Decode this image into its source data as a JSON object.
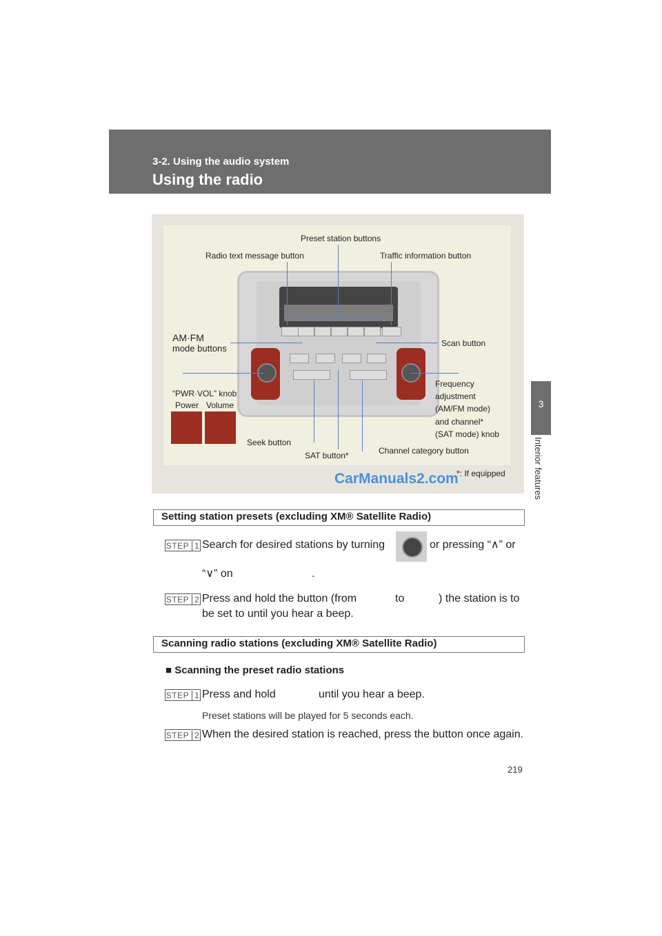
{
  "header": {
    "section": "3-2. Using the audio system",
    "title": "Using the radio"
  },
  "side_tab": {
    "chapter_number": "3",
    "chapter_title": "Interior features"
  },
  "page_number": "219",
  "figure": {
    "callouts": {
      "preset_station_buttons": "Preset station buttons",
      "radio_text_message_button": "Radio text message button",
      "traffic_information_button": "Traffic information button",
      "am_fm_line1": "AM·FM",
      "am_fm_line2": "mode buttons",
      "scan_button": "Scan button",
      "pwr_vol_knob": "“PWR·VOL” knob",
      "power": "Power",
      "volume": "Volume",
      "freq_line1": "Frequency",
      "freq_line2": "adjustment",
      "freq_line3": "(AM/FM mode)",
      "freq_line4": "and channel*",
      "freq_line5": "(SAT mode) knob",
      "seek_button": "Seek button",
      "sat_button": "SAT button*",
      "channel_category_button": "Channel category button"
    },
    "footnote": "*: If equipped",
    "watermark": "CarManuals2.com"
  },
  "sections": [
    {
      "title": "Setting station presets (excluding XM® Satellite Radio)",
      "steps": [
        {
          "label": "STEP",
          "num": "1",
          "text_a": "Search for desired stations by turning",
          "text_b": "or pressing “∧” or",
          "text_c": "“∨” on",
          "text_d": "."
        },
        {
          "label": "STEP",
          "num": "2",
          "text_a": "Press and hold the button (from",
          "text_b": "to",
          "text_c": ") the station is to",
          "text_d": "be set to until you hear a beep."
        }
      ]
    },
    {
      "title": "Scanning radio stations (excluding XM® Satellite Radio)",
      "subhead": "■ Scanning the preset radio stations",
      "steps": [
        {
          "label": "STEP",
          "num": "1",
          "text_a": "Press and hold",
          "text_b": "until you hear a beep.",
          "note": "Preset stations will be played for 5 seconds each."
        },
        {
          "label": "STEP",
          "num": "2",
          "text_a": "When the desired station is reached, press the button once again."
        }
      ]
    }
  ]
}
